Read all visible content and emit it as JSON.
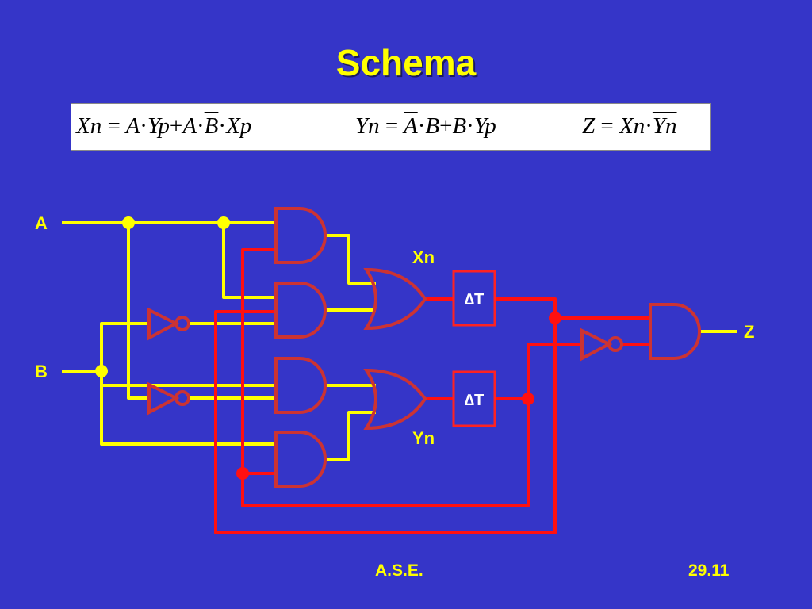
{
  "slide": {
    "title": "Schema",
    "footer_left": "A.S.E.",
    "footer_right": "29.11"
  },
  "equations": {
    "xn": {
      "lhs": "Xn",
      "op": "=",
      "terms": [
        "A",
        "·",
        "Yp",
        "+",
        "A",
        "·",
        "B",
        "·",
        "Xp"
      ],
      "overlined": [
        "B"
      ]
    },
    "yn": {
      "lhs": "Yn",
      "op": "=",
      "terms": [
        "A",
        "·",
        "B",
        "+",
        "B",
        "·",
        "Yp"
      ],
      "overlined": [
        "A"
      ]
    },
    "z": {
      "lhs": "Z",
      "op": "=",
      "terms": [
        "Xn",
        "·",
        "Yn"
      ],
      "overlined": [
        "Yn"
      ]
    }
  },
  "circuit": {
    "inputs": [
      "A",
      "B"
    ],
    "output": "Z",
    "signals": [
      "Xn",
      "Yn"
    ],
    "delay_label": "∆T",
    "colors": {
      "input_wire": "#ffff00",
      "feedback_wire": "#ff0000",
      "gate_outline": "#cc3333",
      "delay_box": "#ff2222"
    }
  }
}
